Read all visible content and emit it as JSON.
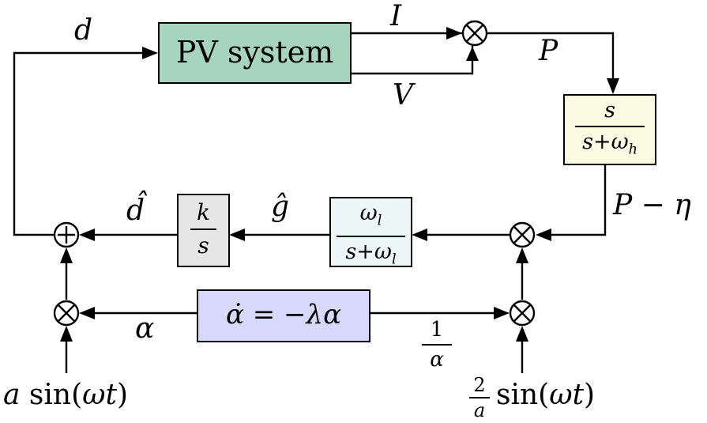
{
  "colors": {
    "pv_fill": "#a6d4bd",
    "highpass_fill": "#fafbe2",
    "lowpass_fill": "#eef7f7",
    "integrator_fill": "#e6e6e6",
    "alpha_fill": "#d6d9fb",
    "line": "#000000"
  },
  "blocks": {
    "pv_system": "PV system",
    "highpass": {
      "num": "s",
      "den_a": "s+ω",
      "den_sub": "h"
    },
    "lowpass": {
      "num_a": "ω",
      "num_sub": "l",
      "den_a": "s+ω",
      "den_sub": "l"
    },
    "integrator": {
      "num": "k",
      "den": "s"
    },
    "alpha_dyn": "α̇ = −λα"
  },
  "signals": {
    "d": "d",
    "I": "I",
    "V": "V",
    "P": "P",
    "P_minus_eta": "P − η",
    "d_hat": "d̂",
    "g_hat": "ĝ",
    "alpha": "α",
    "inv_alpha": {
      "num": "1",
      "den": "α"
    },
    "dither": {
      "a": "a",
      "fn": "sin(",
      "arg": "ωt",
      "close": ")"
    },
    "demod": {
      "num": "2",
      "den": "a",
      "fn": "sin(",
      "arg": "ωt",
      "close": ")"
    }
  },
  "junctions": {
    "multiply": "⊗",
    "sum": "+"
  }
}
